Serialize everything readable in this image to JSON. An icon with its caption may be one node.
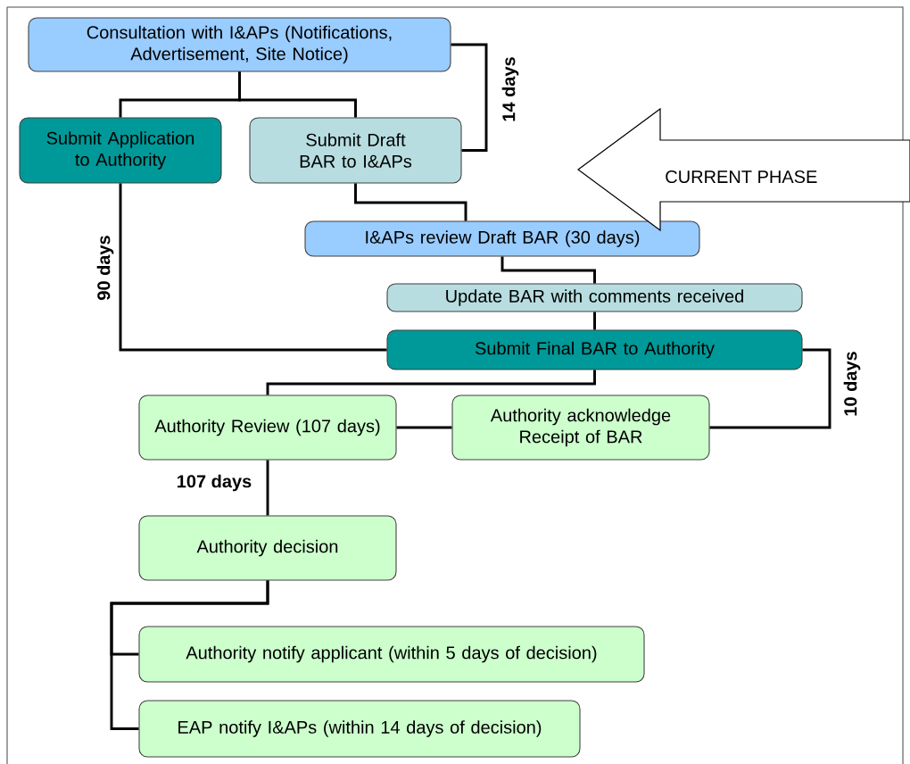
{
  "diagram": {
    "nodes": [
      {
        "text": [
          "Consultation with I&APs (Notifications, Advertisement, Site Notice)"
        ]
      },
      {
        "text": [
          "Submit Application to Authority"
        ]
      },
      {
        "text": [
          "Submit Draft BAR to I&APs"
        ]
      },
      {
        "text": [
          "I&APs review Draft BAR  (30 days)"
        ]
      },
      {
        "text": [
          "Update BAR with comments received"
        ]
      },
      {
        "text": [
          "Submit Final BAR to Authority"
        ]
      },
      {
        "text": [
          "Authority Review (107 days)"
        ]
      },
      {
        "text": [
          "Authority acknowledge Receipt of BAR"
        ]
      },
      {
        "text": [
          "Authority decision"
        ]
      },
      {
        "text": [
          "Authority notify applicant (within 5 days of decision)"
        ]
      },
      {
        "text": [
          "EAP notify I&APs (within 14 days of decision)"
        ]
      },
      {
        "text": [
          "CURRENT PHASE"
        ]
      }
    ],
    "edges": [
      {
        "from": 0,
        "to": 1,
        "arrow": "none"
      },
      {
        "from": 0,
        "to": 2,
        "arrow": "none"
      },
      {
        "from": 0,
        "to": 2,
        "arrow": "none",
        "label": "14 days"
      },
      {
        "from": 2,
        "to": 3,
        "arrow": "none"
      },
      {
        "from": 3,
        "to": 4,
        "arrow": "none"
      },
      {
        "from": 4,
        "to": 5,
        "arrow": "none"
      },
      {
        "from": 1,
        "to": 5,
        "arrow": "none",
        "label": "90 days"
      },
      {
        "from": 5,
        "to": 6,
        "arrow": "none"
      },
      {
        "from": 5,
        "to": 7,
        "arrow": "none",
        "label": "10 days"
      },
      {
        "from": 6,
        "to": 7,
        "arrow": "none"
      },
      {
        "from": 6,
        "to": 8,
        "arrow": "none",
        "label": "107 days"
      },
      {
        "from": 8,
        "to": 9,
        "arrow": "none"
      },
      {
        "from": 8,
        "to": 10,
        "arrow": "none"
      }
    ]
  }
}
